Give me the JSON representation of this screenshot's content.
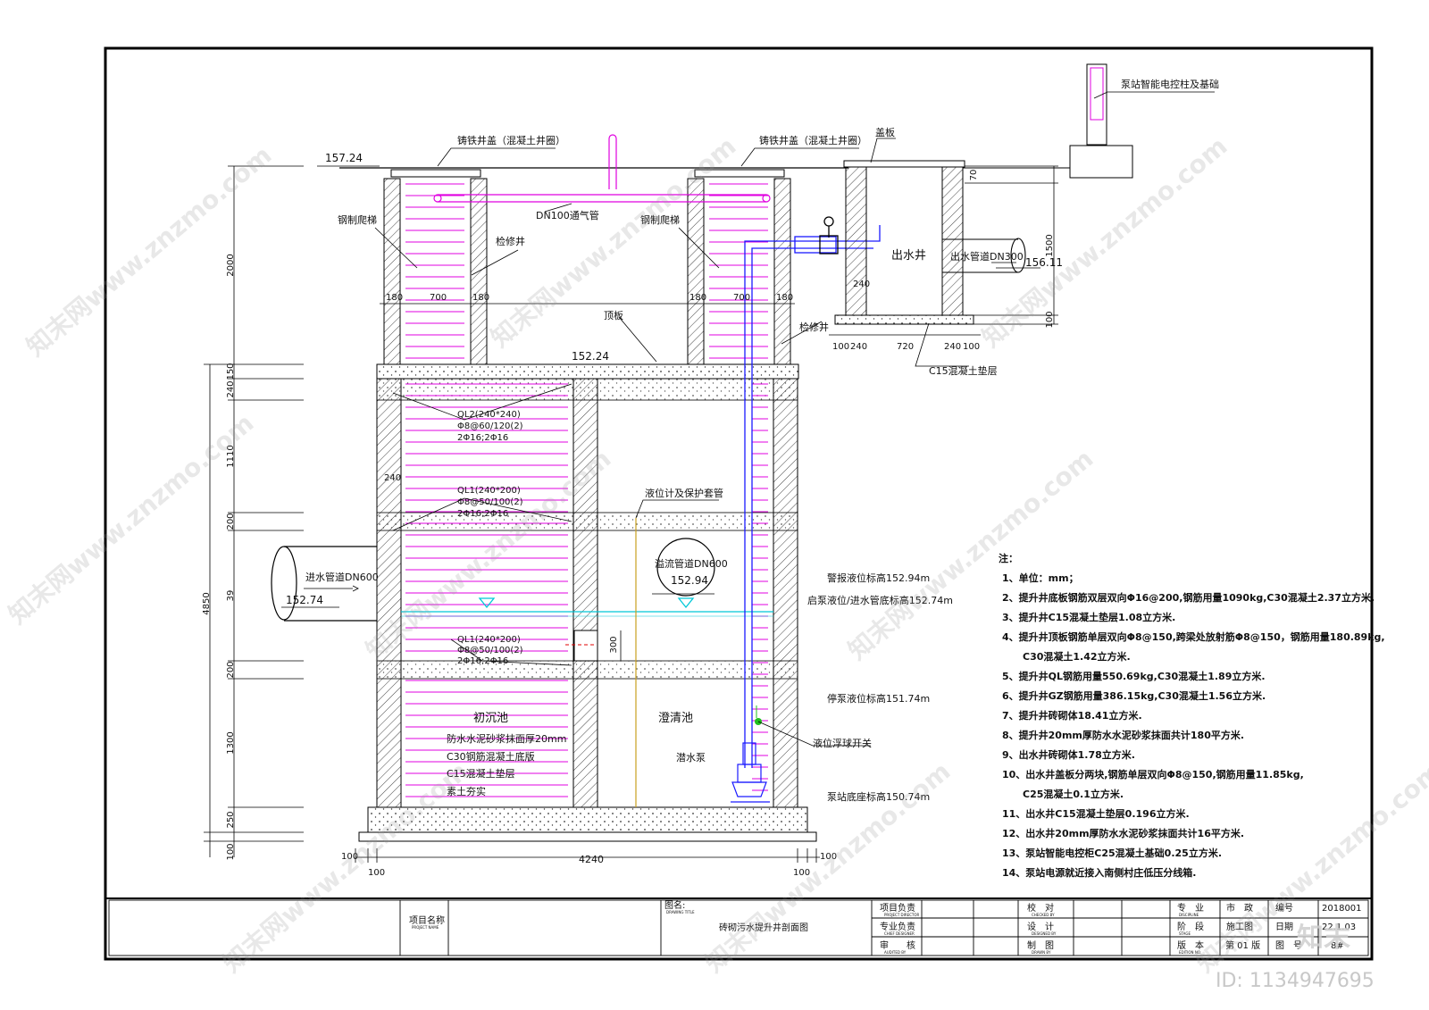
{
  "title_block": {
    "project_name_label": "项目名称",
    "project_name_en": "PROJECT NAME",
    "drawing_title_label": "图名:",
    "drawing_title_en": "DRAWING TITLE",
    "drawing_title": "砖砌污水提升井剖面图",
    "project_director": "项目负责",
    "project_director_en": "PROJECT DIRECTOR",
    "chief_designer": "专业负责",
    "chief_designer_en": "CHIEF DESIGNER",
    "auditor": "审　　核",
    "auditor_en": "AUDITED BY",
    "checker": "校　对",
    "checker_en": "CHECKED BY",
    "designer": "设　计",
    "designer_en": "DESIGNED BY",
    "drawer": "制　图",
    "drawer_en": "DRAWN BY",
    "discipline": "专　业",
    "discipline_en": "DISCIPLINE",
    "discipline_value": "市　政",
    "stage": "阶　段",
    "stage_en": "STAGE",
    "stage_value": "施工图",
    "edition": "版　本",
    "edition_en": "EDITION NO.",
    "edition_value": "第 01 版",
    "number_label": "编号",
    "number_value": "2018001",
    "date_label": "日期",
    "date_value": "22.1.03",
    "drawing_no_label": "图　号",
    "drawing_no_value": "8#"
  },
  "labels": {
    "pump_cabinet": "泵站智能电控柱及基础",
    "cover_left": "铸铁井盖（混凝土井圈）",
    "cover_right": "铸铁井盖（混凝土井圈）",
    "cover_plate": "盖板",
    "ladder_left": "钢制爬梯",
    "ladder_right": "钢制爬梯",
    "manhole_left": "检修井",
    "manhole_right": "检修井",
    "vent_pipe": "DN100通气管",
    "roof_slab": "顶板",
    "outlet_well": "出水井",
    "outlet_pipe": "出水管道DN300",
    "c15_cushion": "C15混凝土垫层",
    "ql2": "QL2(240*240)",
    "ql2_r1": "Φ8@60/120(2)",
    "ql2_r2": "2Φ16;2Φ16",
    "ql1a": "QL1(240*200)",
    "ql1a_r1": "Φ8@50/100(2)",
    "ql1a_r2": "2Φ16;2Φ16",
    "ql1b": "QL1(240*200)",
    "ql1b_r1": "Φ8@50/100(2)",
    "ql1b_r2": "2Φ16;2Φ16",
    "level_gauge": "液位计及保护套管",
    "overflow_pipe": "溢流管道DN600",
    "inlet_pipe": "进水管道DN600",
    "alarm_level": "警报液位标高152.94m",
    "start_level": "启泵液位/进水管底标高152.74m",
    "stop_level": "停泵液位标高151.74m",
    "float_switch": "液位浮球开关",
    "base_level": "泵站底座标高150.74m",
    "primary_tank": "初沉池",
    "clarifier": "澄清池",
    "layer1": "防水水泥砂浆抹面厚20mm",
    "layer2": "C30钢筋混凝土底版",
    "layer3": "C15混凝土垫层",
    "layer4": "素土夯实",
    "pump": "潜水泵"
  },
  "elevations": {
    "top": "157.24",
    "roof": "152.24",
    "outlet": "156.11",
    "inlet": "152.74",
    "overflow": "152.94"
  },
  "dimensions": {
    "left_total": "4850",
    "left_2000": "2000",
    "left_150": "150",
    "left_240": "240",
    "left_1110": "1110",
    "left_200a": "200",
    "left_39": "39",
    "left_200b": "200",
    "left_1300": "1300",
    "left_250": "250",
    "left_100": "100",
    "wall_180a": "180",
    "span_700a": "700",
    "wall_180b": "180",
    "wall_180c": "180",
    "span_700b": "700",
    "wall_180d": "180",
    "wall_240": "240",
    "bottom_100a": "100",
    "bottom_100b": "100",
    "bottom_4240": "4240",
    "bottom_100c": "100",
    "bottom_100d": "100",
    "gauge_300": "300",
    "ow_70": "70",
    "ow_1500": "1500",
    "ow_100": "100",
    "ow_240_in": "240",
    "ow_b100": "100",
    "ow_b240": "240",
    "ow_b720": "720",
    "ow_b240r": "240",
    "ow_b100r": "100"
  },
  "notes": {
    "heading": "注：",
    "n1": "1、单位：mm；",
    "n2": "2、提升井底板钢筋双层双向Φ16@200,钢筋用量1090kg,C30混凝土2.37立方米.",
    "n3": "3、提升井C15混凝土垫层1.08立方米.",
    "n4": "4、提升井顶板钢筋单层双向Φ8@150,跨梁处放射筋Φ8@150，钢筋用量180.89kg,",
    "n4b": "C30混凝土1.42立方米.",
    "n5": "5、提升井QL钢筋用量550.69kg,C30混凝土1.89立方米.",
    "n6": "6、提升井GZ钢筋用量386.15kg,C30混凝土1.56立方米.",
    "n7": "7、提升井砖砌体18.41立方米.",
    "n8": "8、提升井20mm厚防水水泥砂浆抹面共计180平方米.",
    "n9": "9、出水井砖砌体1.78立方米.",
    "n10": "10、出水井盖板分两块,钢筋单层双向Φ8@150,钢筋用量11.85kg,",
    "n10b": "C25混凝土0.1立方米.",
    "n11": "11、出水井C15混凝土垫层0.196立方米.",
    "n12": "12、出水井20mm厚防水水泥砂浆抹面共计16平方米.",
    "n13": "13、泵站智能电控柜C25混凝土基础0.25立方米.",
    "n14": "14、泵站电源就近接入南侧村庄低压分线箱."
  },
  "watermark": {
    "site": "知末网www.znzmo.com",
    "logo": "知末",
    "id": "ID: 1134947695"
  },
  "colors": {
    "ladder": "#e000e0",
    "pipe": "#1a1aff",
    "water": "#00c8d8",
    "line": "#000000"
  }
}
